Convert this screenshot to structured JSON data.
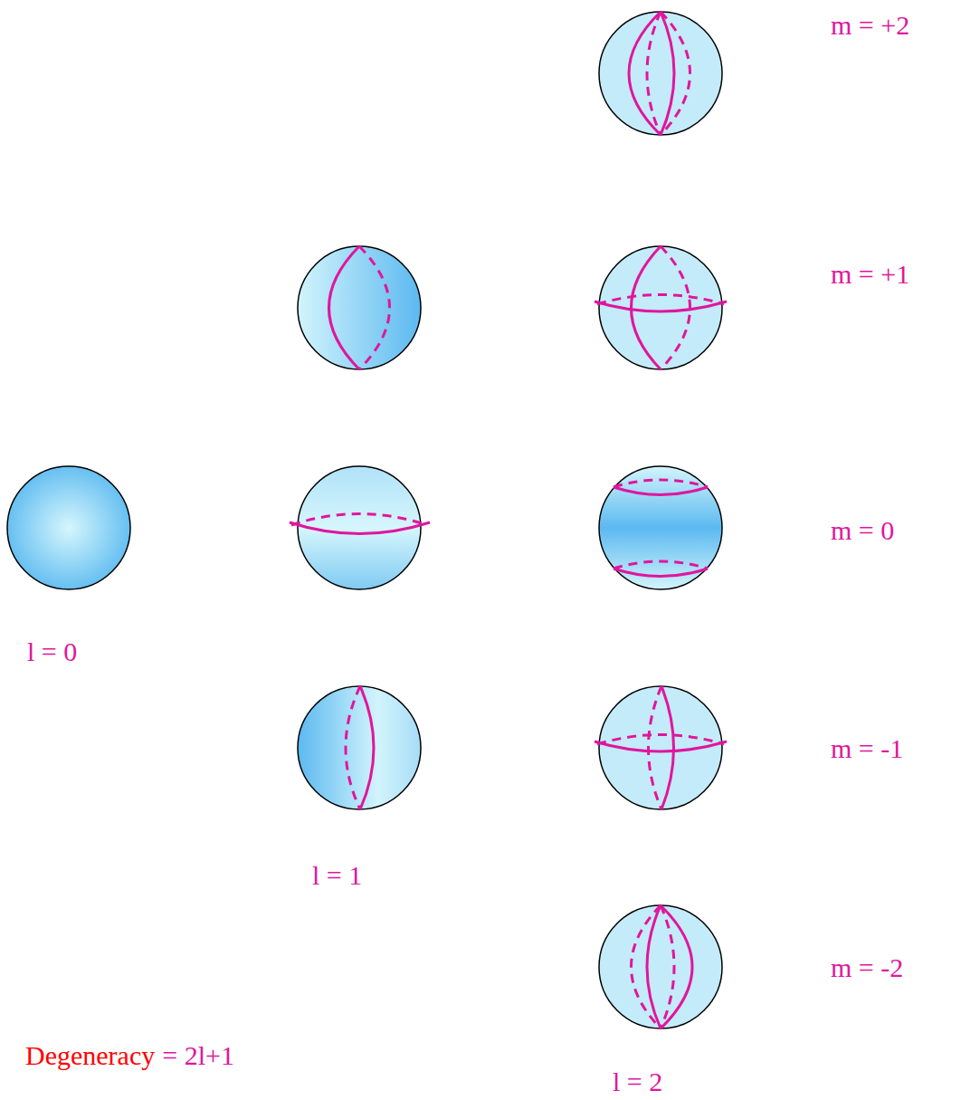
{
  "diagram": {
    "labels": [
      "l = 0",
      "l = 1",
      "l = 2",
      "m = +2",
      "m = +1",
      "m = 0",
      "m = -1",
      "m = -2",
      "Degeneracy",
      "= 2l+1"
    ]
  }
}
